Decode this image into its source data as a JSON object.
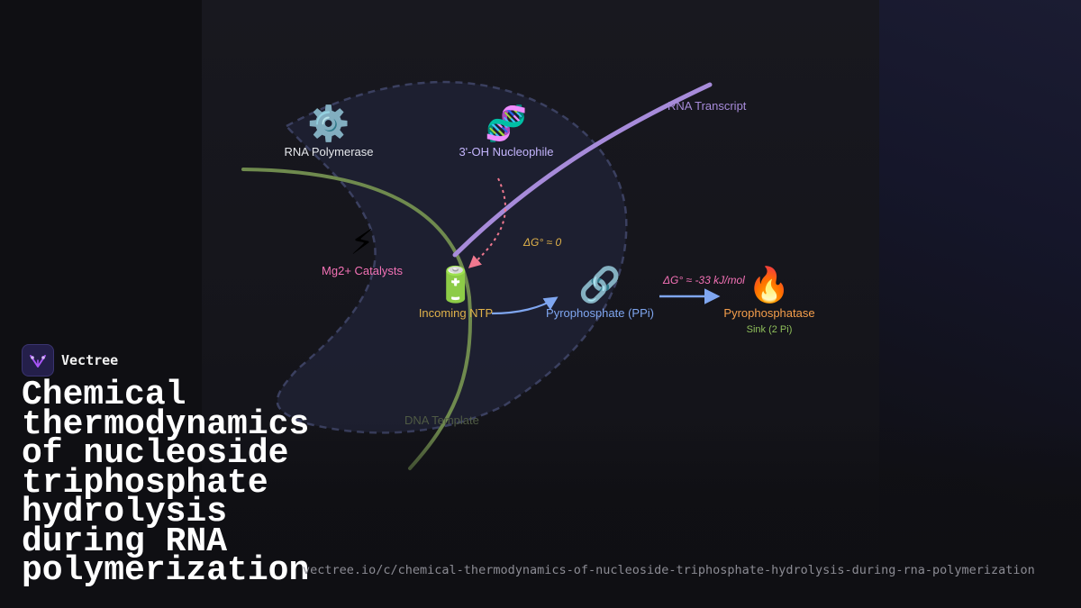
{
  "brand": {
    "name": "Vectree",
    "logo_color": "#a855f7"
  },
  "title": "Chemical thermodynamics of nucleoside triphosphate hydrolysis during RNA polymerization",
  "url": "vectree.io/c/chemical-thermodynamics-of-nucleoside-triphosphate-hydrolysis-during-rna-polymerization",
  "diagram": {
    "nodes": {
      "rna_polymerase": {
        "icon": "⚙️",
        "icon_name": "gear-icon",
        "label": "RNA Polymerase",
        "color": "#e5e7eb"
      },
      "nucleophile": {
        "icon": "🧬",
        "icon_name": "dna-icon",
        "label": "3'-OH Nucleophile",
        "color": "#c4b5fd"
      },
      "catalysts": {
        "icon": "⚡",
        "icon_name": "lightning-icon",
        "label": "Mg2+ Catalysts",
        "color": "#f472b6"
      },
      "ntp": {
        "icon": "🔋",
        "icon_name": "battery-icon",
        "label": "Incoming NTP",
        "color": "#e0b24a"
      },
      "ppi": {
        "icon": "🔗",
        "icon_name": "link-icon",
        "label": "Pyrophosphate (PPi)",
        "color": "#7fa6f0"
      },
      "pyrophosphatase": {
        "icon": "🔥",
        "icon_name": "fire-icon",
        "label": "Pyrophosphatase",
        "sublabel": "Sink (2 Pi)",
        "color": "#f59e4b",
        "sublabel_color": "#8fbf5a"
      }
    },
    "labels": {
      "rna_transcript": "RNA Transcript",
      "dna_template": "DNA Template"
    },
    "annotations": {
      "dg_zero": "ΔG° ≈ 0",
      "dg_hydrolysis": "ΔG° ≈ -33 kJ/mol"
    },
    "colors": {
      "rna_strand": "#a78bda",
      "dna_strand": "#6f8a4e",
      "enzyme_outline": "#3b4060",
      "enzyme_fill": "#1f2134",
      "nucleophilic_attack": "#f0788f",
      "ppi_release": "#7fa6f0",
      "hydrolysis_arrow": "#7fa6f0",
      "dg_zero_color": "#e0b24a",
      "dg_hydrolysis_color": "#f472b6"
    }
  }
}
